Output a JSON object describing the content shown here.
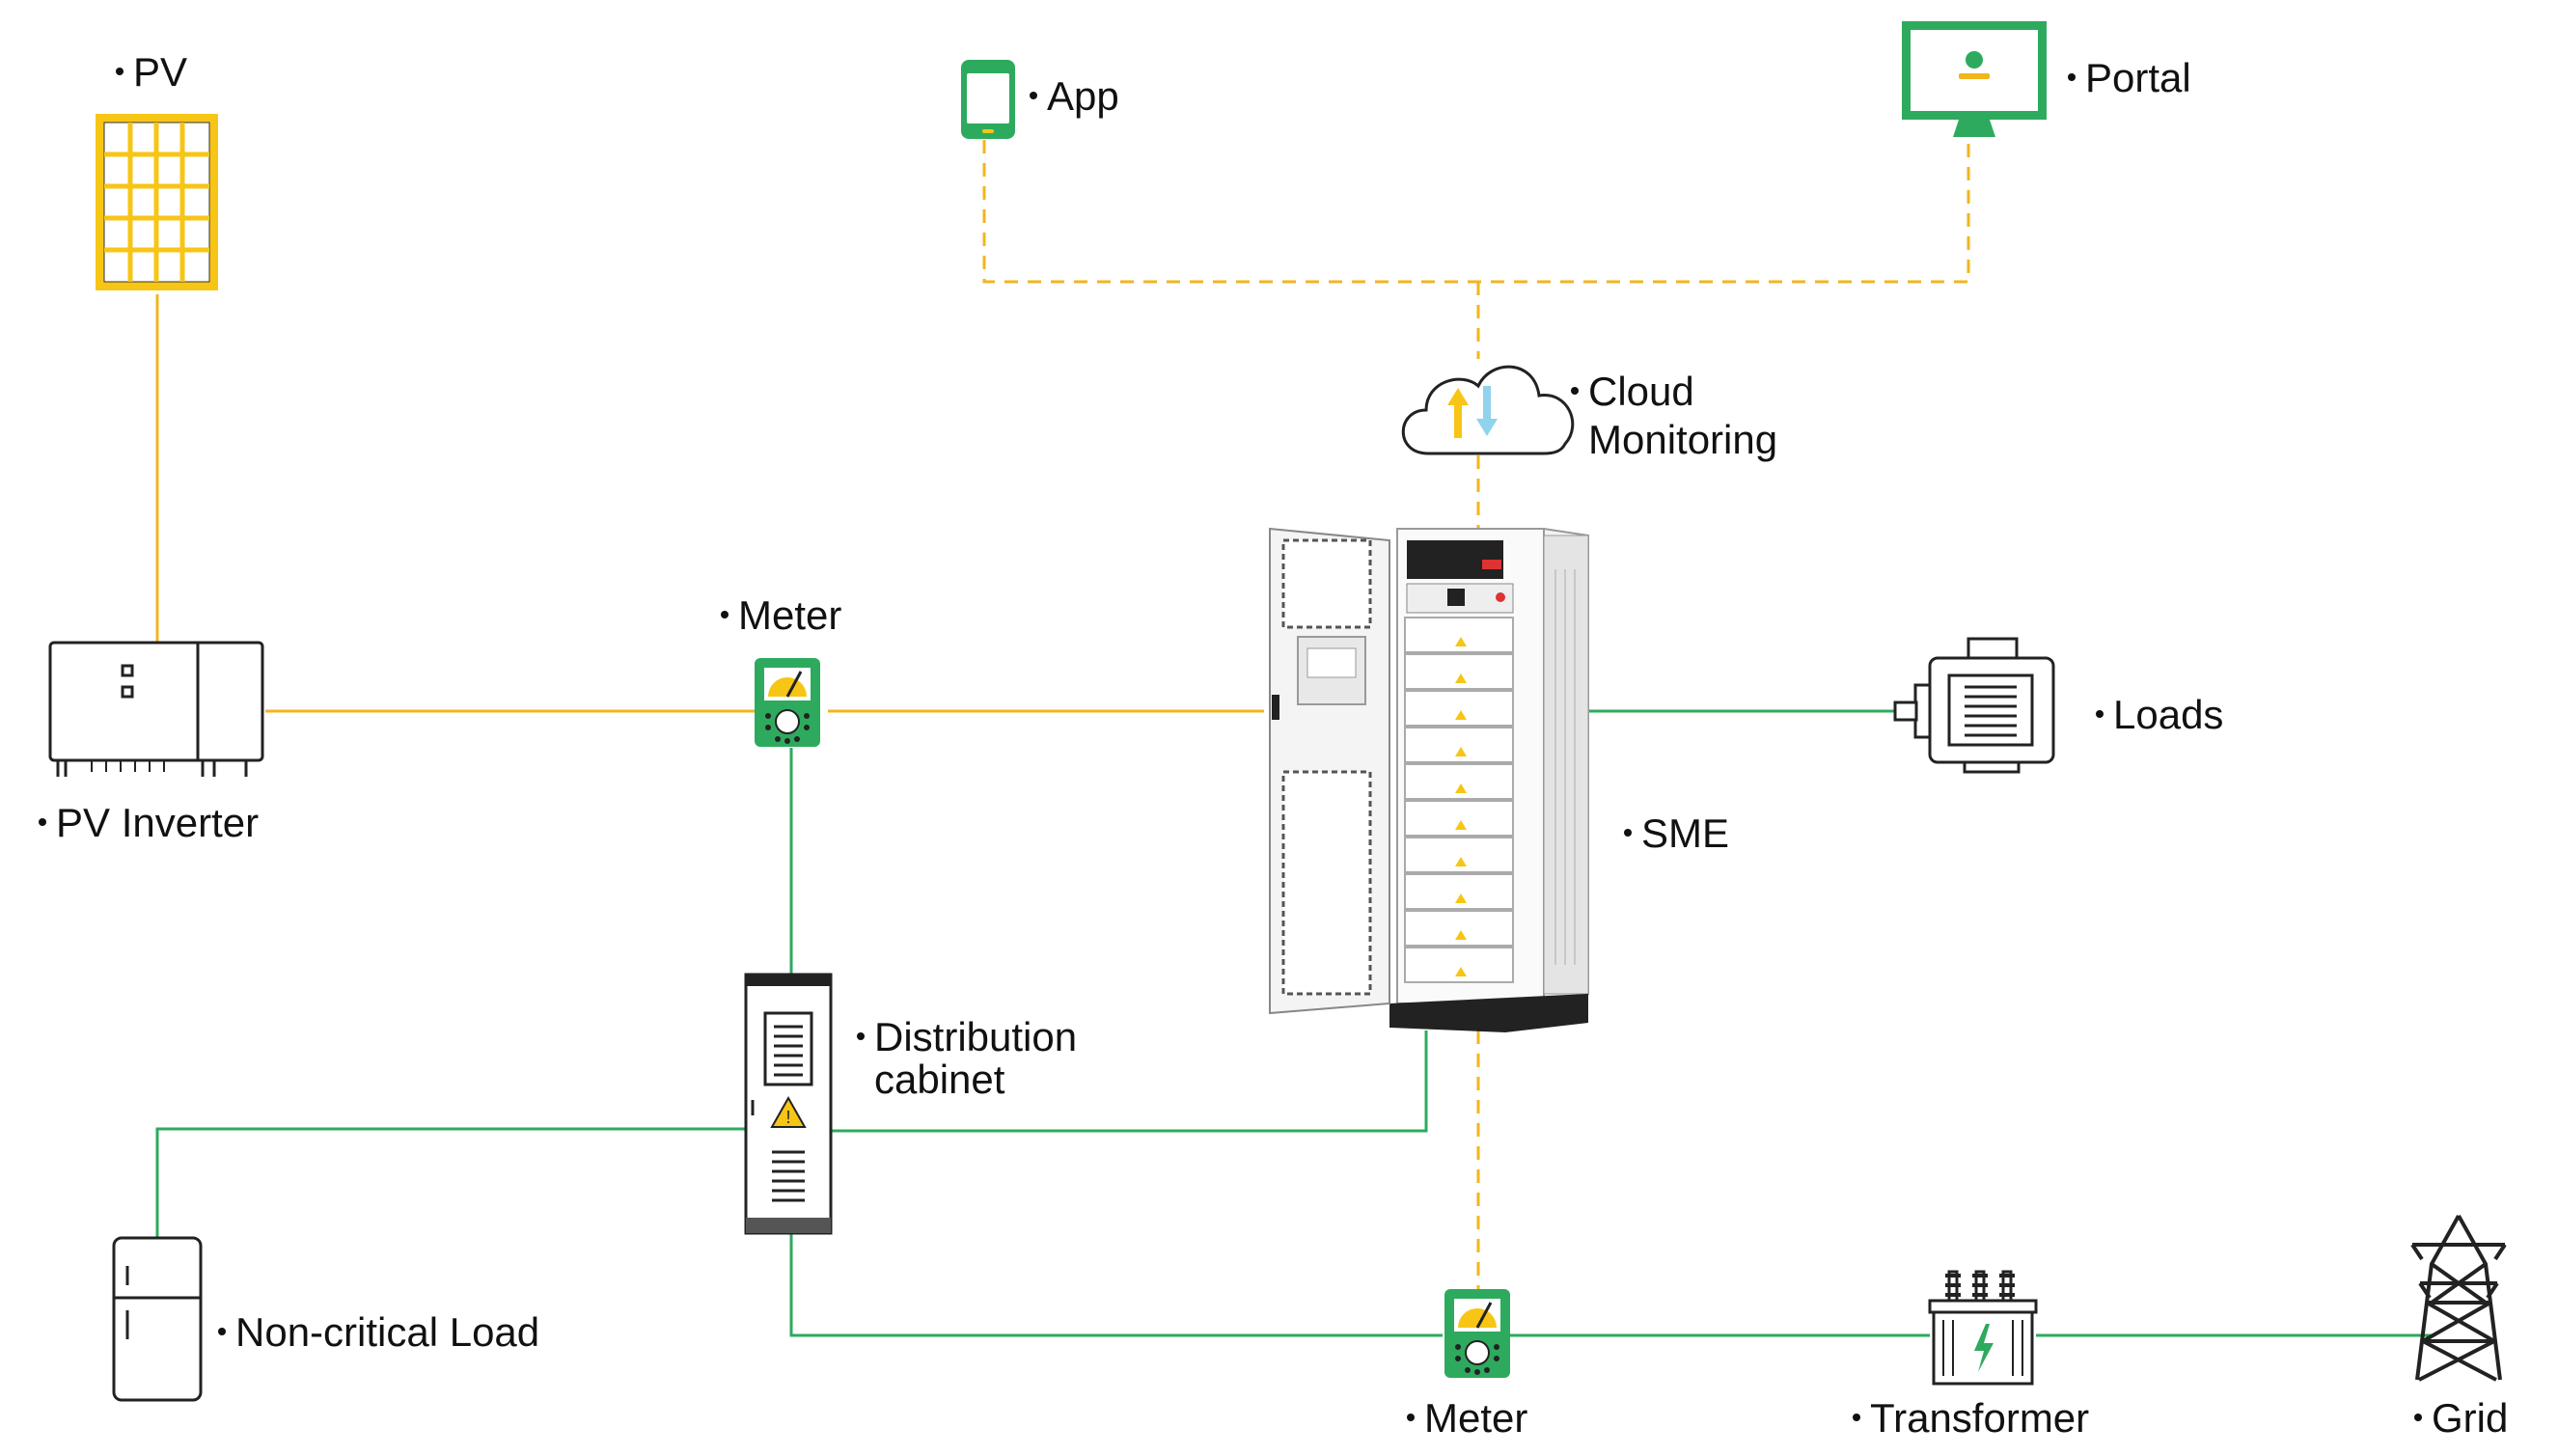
{
  "colors": {
    "solar_line": "#F2B51F",
    "power_line": "#2EAA5E",
    "data_line": "#F2B51F",
    "device_green": "#2EAA5E",
    "pv_yellow": "#F7C515",
    "outline": "#222222"
  },
  "nodes": {
    "pv": {
      "label": "PV",
      "icon": "solar-panel-icon"
    },
    "app": {
      "label": "App",
      "icon": "phone-icon"
    },
    "portal": {
      "label": "Portal",
      "icon": "monitor-icon"
    },
    "cloud": {
      "label_line1": "Cloud",
      "label_line2": "Monitoring",
      "icon": "cloud-icon"
    },
    "pv_inverter": {
      "label": "PV Inverter",
      "icon": "inverter-icon"
    },
    "meter_top": {
      "label": "Meter",
      "icon": "meter-icon"
    },
    "sme": {
      "label": "SME",
      "icon": "battery-cabinet-icon"
    },
    "loads": {
      "label": "Loads",
      "icon": "motor-icon"
    },
    "distribution_cabinet": {
      "label_line1": "Distribution",
      "label_line2": "cabinet",
      "icon": "distribution-cabinet-icon"
    },
    "non_critical_load": {
      "label": "Non-critical Load",
      "icon": "fridge-icon"
    },
    "meter_bottom": {
      "label": "Meter",
      "icon": "meter-icon"
    },
    "transformer": {
      "label": "Transformer",
      "icon": "transformer-icon"
    },
    "grid": {
      "label": "Grid",
      "icon": "pylon-icon"
    }
  }
}
